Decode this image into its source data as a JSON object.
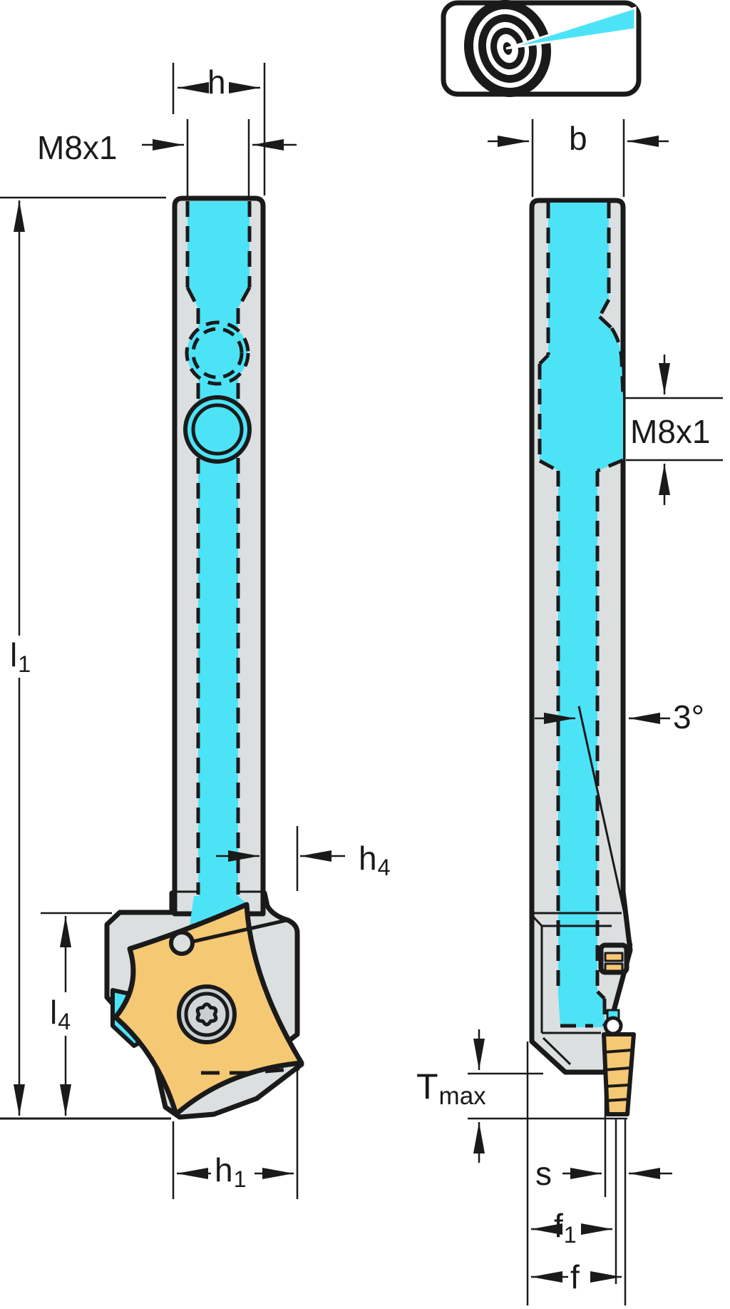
{
  "drawing": {
    "kind": "tool-holder dimensional drawing",
    "views": {
      "front": "front-view",
      "side": "side-view"
    }
  },
  "colors": {
    "coolant": "#4DE3F7",
    "body": "#DCDFE0",
    "insert": "#F5C873",
    "outline": "#1A1A1A"
  },
  "logo": {
    "icon": "precision-cooling-target-icon"
  },
  "dimensions": {
    "h": {
      "label": "h"
    },
    "thread_front": {
      "label": "M8x1"
    },
    "l1": {
      "base": "l",
      "sub": "1"
    },
    "l4": {
      "base": "l",
      "sub": "4"
    },
    "h4": {
      "base": "h",
      "sub": "4"
    },
    "h1": {
      "base": "h",
      "sub": "1"
    },
    "b": {
      "label": "b"
    },
    "thread_side": {
      "label": "M8x1"
    },
    "taper_angle": {
      "label": "3°"
    },
    "t_max": {
      "base": "T",
      "sub": "max"
    },
    "s": {
      "label": "s"
    },
    "f1": {
      "base": "f",
      "sub": "1"
    },
    "f": {
      "label": "f"
    }
  }
}
